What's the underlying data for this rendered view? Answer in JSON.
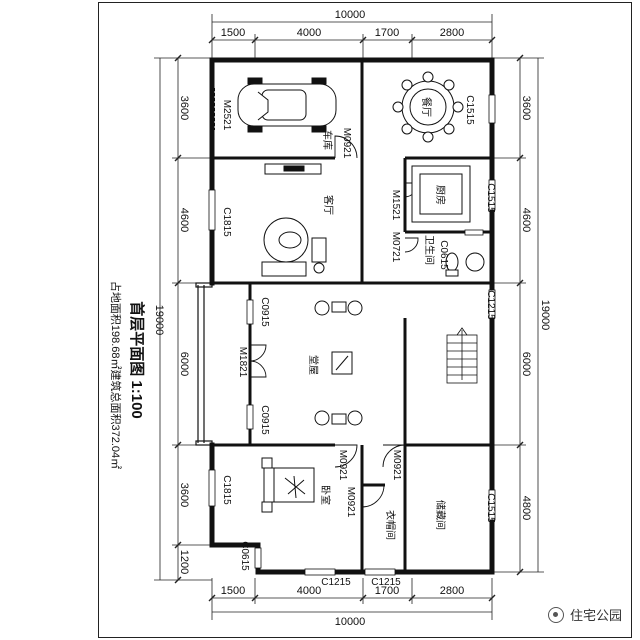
{
  "plan": {
    "title": "首层平面图 1:100",
    "subtitle": "占地面积198.68㎡建筑总面积372.04㎡"
  },
  "dimensions": {
    "top_total": "10000",
    "top_segments": [
      "1500",
      "4000",
      "1700",
      "2800"
    ],
    "bottom_total": "10000",
    "bottom_segments": [
      "1500",
      "4000",
      "1700",
      "2800"
    ],
    "left_total": "19000",
    "left_segments": [
      "3600",
      "4600",
      "6000",
      "3600",
      "1200"
    ],
    "right_total": "19000",
    "right_segments": [
      "3600",
      "4600",
      "6000",
      "4800"
    ]
  },
  "rooms": {
    "garage": "车库",
    "dining": "餐厅",
    "living": "客厅",
    "kitchen": "厨房",
    "bathroom": "卫生间",
    "hall": "堂屋",
    "bedroom": "卧室",
    "closet": "衣帽间",
    "storage": "储藏间"
  },
  "openings": {
    "m2521": "M2521",
    "m0921_garage": "M0921",
    "c1515_dining": "C1515",
    "c1515_kitchen": "C1515",
    "m1521": "M1521",
    "c1815_living": "C1815",
    "m0721": "M0721",
    "c0615_bath": "C0615",
    "c1215_stair": "C1215",
    "c0915_a": "C0915",
    "m1821": "M1821",
    "c0915_b": "C0915",
    "m0921_a": "M0921",
    "m0921_b": "M0921",
    "c1815_bed": "C1815",
    "m0921_c": "M0921",
    "c1515_store": "C1515",
    "c0615_bed": "C0615",
    "c1215_b1": "C1215",
    "c1215_b2": "C1215"
  },
  "watermark": {
    "text": "住宅公园",
    "icon": "wechat-logo-icon"
  }
}
